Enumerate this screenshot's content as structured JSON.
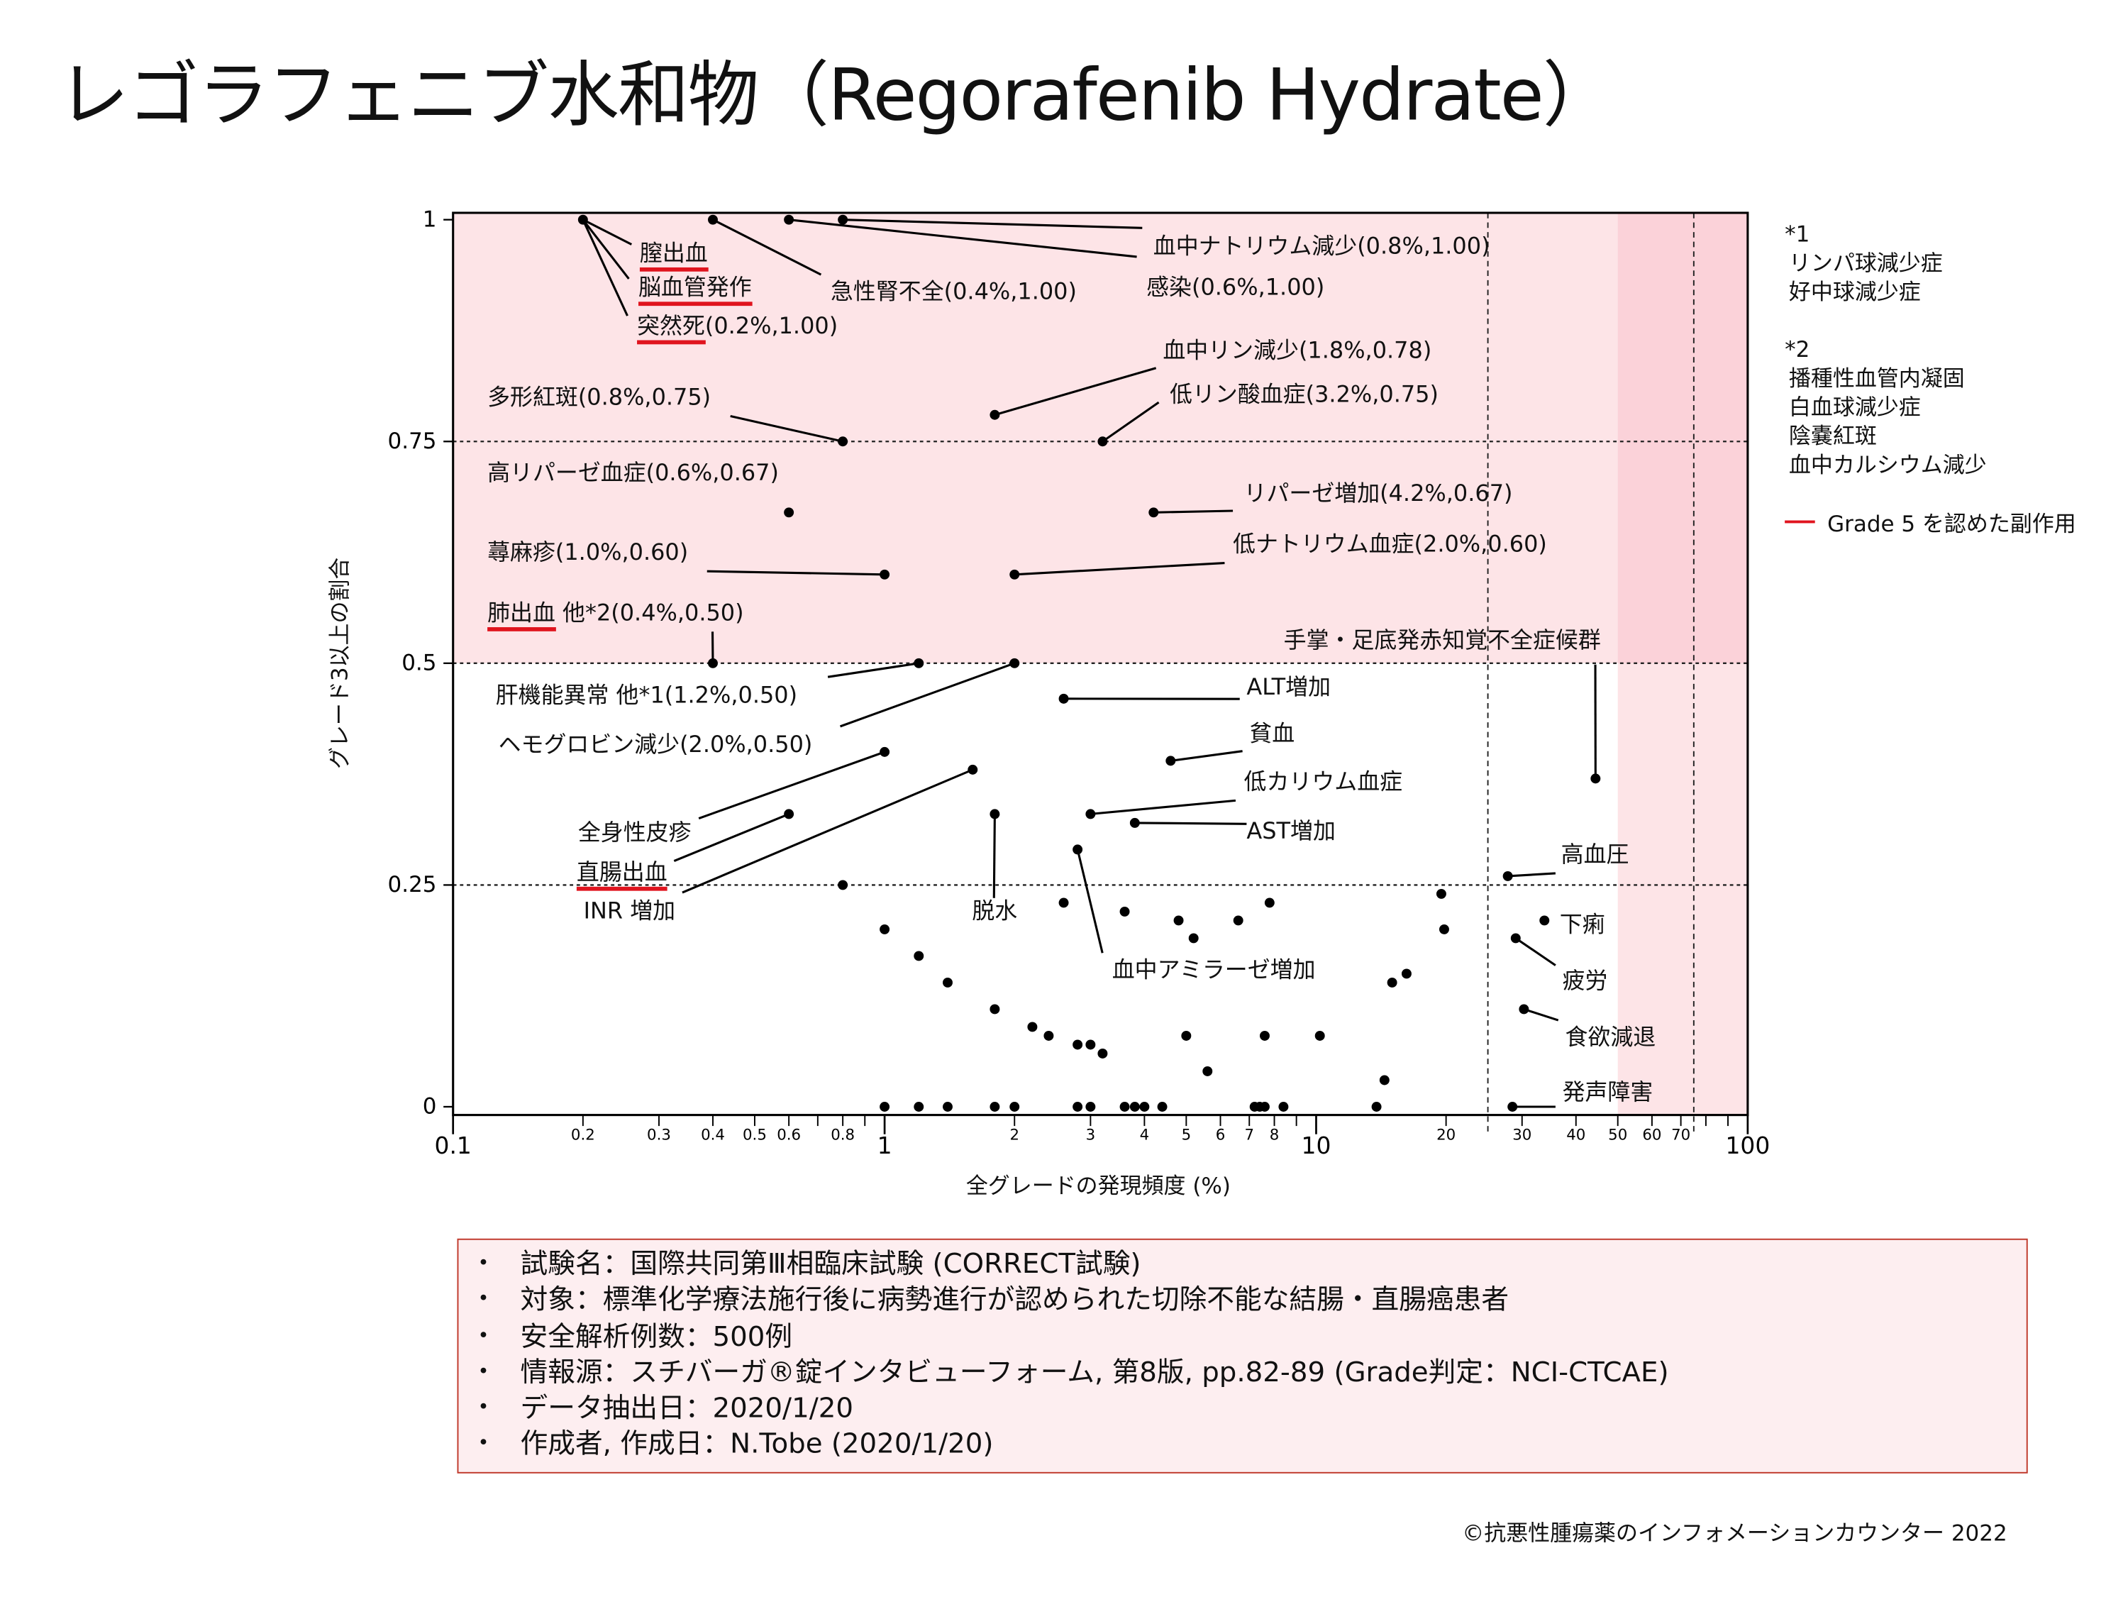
{
  "title": "レゴラフェニブ水和物（Regorafenib Hydrate）",
  "chart_data": {
    "type": "scatter",
    "xlabel": "全グレードの発現頻度 (%)",
    "ylabel": "グレード3以上の割合",
    "xscale": "log",
    "xlim": [
      0.1,
      100
    ],
    "ylim": [
      0,
      1
    ],
    "yticks": [
      {
        "v": 0,
        "label": "0"
      },
      {
        "v": 0.25,
        "label": "0.25"
      },
      {
        "v": 0.5,
        "label": "0.5"
      },
      {
        "v": 0.75,
        "label": "0.75"
      },
      {
        "v": 1,
        "label": "1"
      }
    ],
    "xticks_major": [
      {
        "v": 0.1,
        "label": "0.1"
      },
      {
        "v": 1,
        "label": "1"
      },
      {
        "v": 10,
        "label": "10"
      },
      {
        "v": 100,
        "label": "100"
      }
    ],
    "xticks_minor": [
      {
        "v": 0.2,
        "label": "0.2"
      },
      {
        "v": 0.3,
        "label": "0.3"
      },
      {
        "v": 0.4,
        "label": "0.4"
      },
      {
        "v": 0.5,
        "label": "0.5"
      },
      {
        "v": 0.6,
        "label": "0.6"
      },
      {
        "v": 0.8,
        "label": "0.8"
      },
      {
        "v": 2,
        "label": "2"
      },
      {
        "v": 3,
        "label": "3"
      },
      {
        "v": 4,
        "label": "4"
      },
      {
        "v": 5,
        "label": "5"
      },
      {
        "v": 6,
        "label": "6"
      },
      {
        "v": 7,
        "label": "7"
      },
      {
        "v": 8,
        "label": "8"
      },
      {
        "v": 20,
        "label": "20"
      },
      {
        "v": 30,
        "label": "30"
      },
      {
        "v": 40,
        "label": "40"
      },
      {
        "v": 50,
        "label": "50"
      },
      {
        "v": 60,
        "label": "60"
      },
      {
        "v": 70,
        "label": "70"
      }
    ],
    "reference_lines_y": [
      0.25,
      0.5,
      0.75
    ],
    "reference_lines_x": [
      25,
      75
    ],
    "shaded_regions": [
      {
        "y_min": 0.5,
        "color": "#fde4e7"
      },
      {
        "x_min": 50,
        "color": "#fde4e7"
      }
    ],
    "points": [
      [
        0.2,
        1
      ],
      [
        0.4,
        1
      ],
      [
        0.6,
        1
      ],
      [
        0.8,
        1
      ],
      [
        1.8,
        0.78
      ],
      [
        0.8,
        0.75
      ],
      [
        3.2,
        0.75
      ],
      [
        0.6,
        0.67
      ],
      [
        4.2,
        0.67
      ],
      [
        1.0,
        0.6
      ],
      [
        2.0,
        0.6
      ],
      [
        0.4,
        0.5
      ],
      [
        1.2,
        0.5
      ],
      [
        2.0,
        0.5
      ],
      [
        2.6,
        0.46
      ],
      [
        4.6,
        0.39
      ],
      [
        1.0,
        0.4
      ],
      [
        1.6,
        0.38
      ],
      [
        44.4,
        0.37
      ],
      [
        0.6,
        0.33
      ],
      [
        1.8,
        0.33
      ],
      [
        3.0,
        0.33
      ],
      [
        3.8,
        0.32
      ],
      [
        2.8,
        0.29
      ],
      [
        27.8,
        0.26
      ],
      [
        0.8,
        0.25
      ],
      [
        19.5,
        0.24
      ],
      [
        2.6,
        0.23
      ],
      [
        7.8,
        0.23
      ],
      [
        3.6,
        0.22
      ],
      [
        4.8,
        0.21
      ],
      [
        6.6,
        0.21
      ],
      [
        33.8,
        0.21
      ],
      [
        1.0,
        0.2
      ],
      [
        19.8,
        0.2
      ],
      [
        5.2,
        0.19
      ],
      [
        29.0,
        0.19
      ],
      [
        1.2,
        0.17
      ],
      [
        16.2,
        0.15
      ],
      [
        1.4,
        0.14
      ],
      [
        15.0,
        0.14
      ],
      [
        1.8,
        0.11
      ],
      [
        30.3,
        0.11
      ],
      [
        2.2,
        0.09
      ],
      [
        2.4,
        0.08
      ],
      [
        5.0,
        0.08
      ],
      [
        7.6,
        0.08
      ],
      [
        10.2,
        0.08
      ],
      [
        2.8,
        0.07
      ],
      [
        3.0,
        0.07
      ],
      [
        3.2,
        0.06
      ],
      [
        5.6,
        0.04
      ],
      [
        14.4,
        0.03
      ],
      [
        1.0,
        0
      ],
      [
        1.2,
        0
      ],
      [
        1.4,
        0
      ],
      [
        1.8,
        0
      ],
      [
        2.0,
        0
      ],
      [
        2.8,
        0
      ],
      [
        3.0,
        0
      ],
      [
        3.6,
        0
      ],
      [
        3.8,
        0
      ],
      [
        4.0,
        0
      ],
      [
        4.4,
        0
      ],
      [
        7.2,
        0
      ],
      [
        7.4,
        0
      ],
      [
        7.6,
        0
      ],
      [
        8.4,
        0
      ],
      [
        13.8,
        0
      ],
      [
        28.5,
        0
      ]
    ],
    "annotations": [
      {
        "x": 0.2,
        "y": 1,
        "red": "膣出血",
        "text": ""
      },
      {
        "x": 0.2,
        "y": 1,
        "red": "脳血管発作",
        "text": ""
      },
      {
        "x": 0.2,
        "y": 1,
        "red": "突然死",
        "text": "(0.2%,1.00)"
      },
      {
        "x": 0.4,
        "y": 1,
        "red": "",
        "text": "急性腎不全(0.4%,1.00)"
      },
      {
        "x": 0.6,
        "y": 1,
        "red": "",
        "text": "感染(0.6%,1.00)"
      },
      {
        "x": 0.8,
        "y": 1,
        "red": "",
        "text": "血中ナトリウム減少(0.8%,1.00)"
      },
      {
        "x": 1.8,
        "y": 0.78,
        "red": "",
        "text": "血中リン減少(1.8%,0.78)"
      },
      {
        "x": 3.2,
        "y": 0.75,
        "red": "",
        "text": "低リン酸血症(3.2%,0.75)"
      },
      {
        "x": 0.8,
        "y": 0.75,
        "red": "",
        "text": "多形紅斑(0.8%,0.75)"
      },
      {
        "x": 0.6,
        "y": 0.67,
        "red": "",
        "text": "高リパーゼ血症(0.6%,0.67)"
      },
      {
        "x": 4.2,
        "y": 0.67,
        "red": "",
        "text": "リパーゼ増加(4.2%,0.67)"
      },
      {
        "x": 1.0,
        "y": 0.6,
        "red": "",
        "text": "蕁麻疹(1.0%,0.60)"
      },
      {
        "x": 2.0,
        "y": 0.6,
        "red": "",
        "text": "低ナトリウム血症(2.0%,0.60)"
      },
      {
        "x": 0.4,
        "y": 0.5,
        "red": "肺出血",
        "text": " 他*2(0.4%,0.50)"
      },
      {
        "x": 44.4,
        "y": 0.37,
        "red": "",
        "text": "手掌・足底発赤知覚不全症候群"
      },
      {
        "x": 1.2,
        "y": 0.5,
        "red": "",
        "text": "肝機能異常 他*1(1.2%,0.50)"
      },
      {
        "x": 2.0,
        "y": 0.5,
        "red": "",
        "text": "ヘモグロビン減少(2.0%,0.50)"
      },
      {
        "x": 2.6,
        "y": 0.46,
        "red": "",
        "text": "ALT増加"
      },
      {
        "x": 4.6,
        "y": 0.39,
        "red": "",
        "text": "貧血"
      },
      {
        "x": 3.0,
        "y": 0.33,
        "red": "",
        "text": "低カリウム血症"
      },
      {
        "x": 3.8,
        "y": 0.32,
        "red": "",
        "text": "AST増加"
      },
      {
        "x": 1.0,
        "y": 0.4,
        "red": "",
        "text": "全身性皮疹"
      },
      {
        "x": 0.6,
        "y": 0.33,
        "red": "直腸出血",
        "text": ""
      },
      {
        "x": 1.6,
        "y": 0.38,
        "red": "",
        "text": "INR 増加"
      },
      {
        "x": 1.8,
        "y": 0.33,
        "red": "",
        "text": "脱水"
      },
      {
        "x": 2.8,
        "y": 0.29,
        "red": "",
        "text": "血中アミラーゼ増加"
      },
      {
        "x": 27.8,
        "y": 0.26,
        "red": "",
        "text": "高血圧"
      },
      {
        "x": 33.8,
        "y": 0.21,
        "red": "",
        "text": "下痢"
      },
      {
        "x": 29.0,
        "y": 0.19,
        "red": "",
        "text": "疲労"
      },
      {
        "x": 30.3,
        "y": 0.11,
        "red": "",
        "text": "食欲減退"
      },
      {
        "x": 28.5,
        "y": 0,
        "red": "",
        "text": "発声障害"
      }
    ]
  },
  "notes": {
    "note1_mark": "*1",
    "note1_items": [
      "リンパ球減少症",
      "好中球減少症"
    ],
    "note2_mark": "*2",
    "note2_items": [
      "播種性血管内凝固",
      "白血球減少症",
      "陰嚢紅斑",
      "血中カルシウム減少"
    ],
    "legend_label": "Grade 5 を認めた副作用",
    "legend_color": "#e0141e"
  },
  "info": {
    "bullet": "•",
    "lines": [
      "試験名：国際共同第Ⅲ相臨床試験 (CORRECT試験)",
      "対象：標準化学療法施行後に病勢進行が認められた切除不能な結腸・直腸癌患者",
      "安全解析例数：500例",
      "情報源：スチバーガ®錠インタビューフォーム, 第8版, pp.82-89 (Grade判定：NCI-CTCAE)",
      "データ抽出日：2020/1/20",
      "作成者, 作成日：N.Tobe (2020/1/20)"
    ]
  },
  "copyright": "©抗悪性腫瘍薬のインフォメーションカウンター  2022"
}
